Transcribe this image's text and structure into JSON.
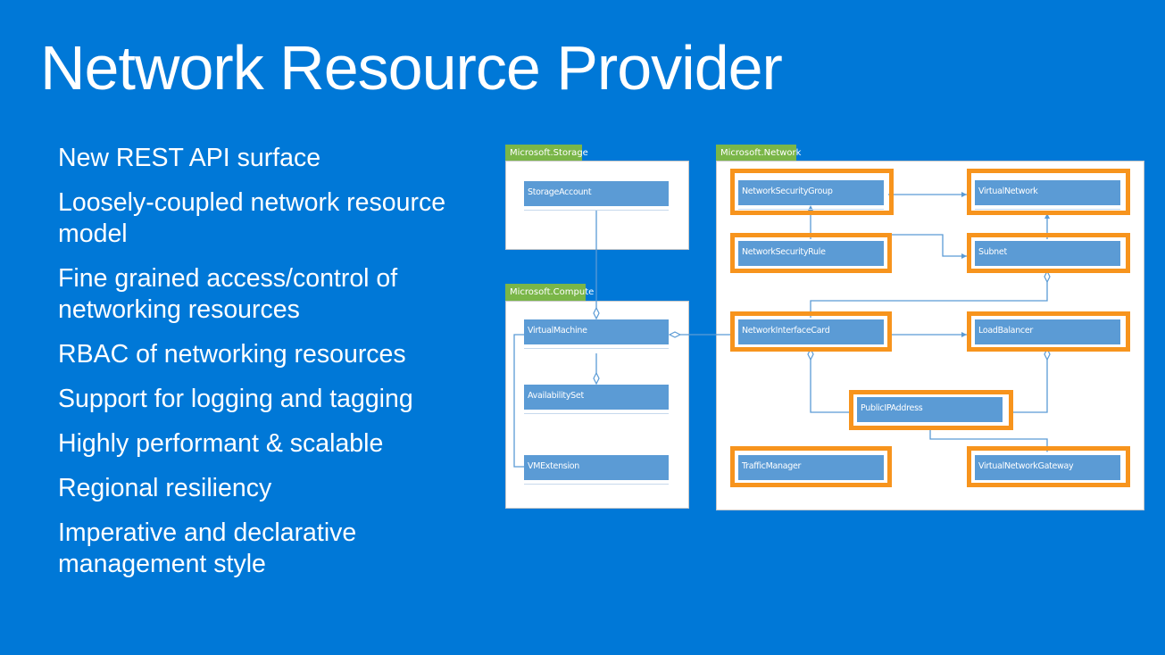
{
  "slide": {
    "title": "Network Resource Provider",
    "bullets": [
      "New REST API surface",
      "Loosely-coupled network resource model",
      "Fine grained access/control of networking resources",
      "RBAC of networking resources",
      "Support for logging and tagging",
      "Highly performant & scalable",
      "Regional resiliency",
      "Imperative and declarative management style"
    ]
  },
  "diagram": {
    "colors": {
      "background": "#0078D7",
      "package_tab": "#7AB648",
      "class_box": "#5B9BD5",
      "highlight": "#F7941D",
      "connector": "#5B9BD5"
    },
    "packages": {
      "storage": "Microsoft.Storage",
      "compute": "Microsoft.Compute",
      "network": "Microsoft.Network"
    },
    "classes": {
      "storage_account": "StorageAccount",
      "virtual_machine": "VirtualMachine",
      "availability_set": "AvailabilitySet",
      "vm_extension": "VMExtension",
      "network_security_group": "NetworkSecurityGroup",
      "virtual_network": "VirtualNetwork",
      "network_security_rule": "NetworkSecurityRule",
      "subnet": "Subnet",
      "network_interface_card": "NetworkInterfaceCard",
      "load_balancer": "LoadBalancer",
      "public_ip_address": "PublicIPAddress",
      "traffic_manager": "TrafficManager",
      "virtual_network_gateway": "VirtualNetworkGateway"
    },
    "highlighted": [
      "NetworkSecurityGroup",
      "VirtualNetwork",
      "NetworkSecurityRule",
      "Subnet",
      "NetworkInterfaceCard",
      "LoadBalancer",
      "PublicIPAddress",
      "TrafficManager",
      "VirtualNetworkGateway"
    ]
  }
}
